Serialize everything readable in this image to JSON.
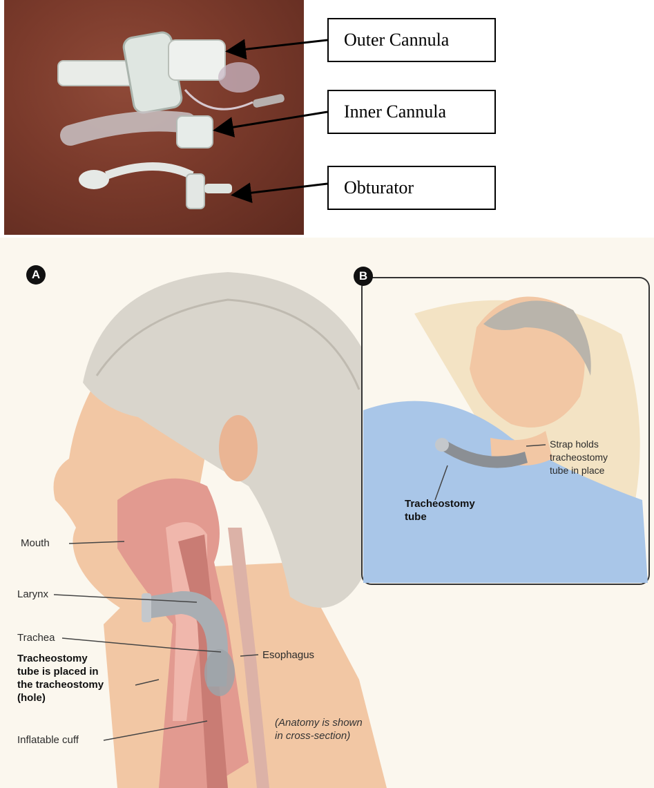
{
  "photo_labels": {
    "outer_cannula": "Outer Cannula",
    "inner_cannula": "Inner Cannula",
    "obturator": "Obturator"
  },
  "illustration": {
    "panel_a_marker": "A",
    "panel_b_marker": "B",
    "labels": {
      "mouth": "Mouth",
      "larynx": "Larynx",
      "trachea": "Trachea",
      "tube_placed": "Tracheostomy\ntube is placed in\nthe tracheostomy\n(hole)",
      "inflatable_cuff": "Inflatable cuff",
      "esophagus": "Esophagus",
      "cross_section_note": "(Anatomy is shown\nin cross-section)",
      "strap_holds": "Strap holds\ntracheostomy\ntube in place",
      "tracheostomy_tube": "Tracheostomy\ntube"
    }
  },
  "colors": {
    "photo_background": "#7a3a2b",
    "skin": "#f2c7a4",
    "hair": "#cfcac0",
    "tissue": "#d98a80",
    "gown": "#a9c6e8",
    "pillow": "#f3e3c4"
  }
}
